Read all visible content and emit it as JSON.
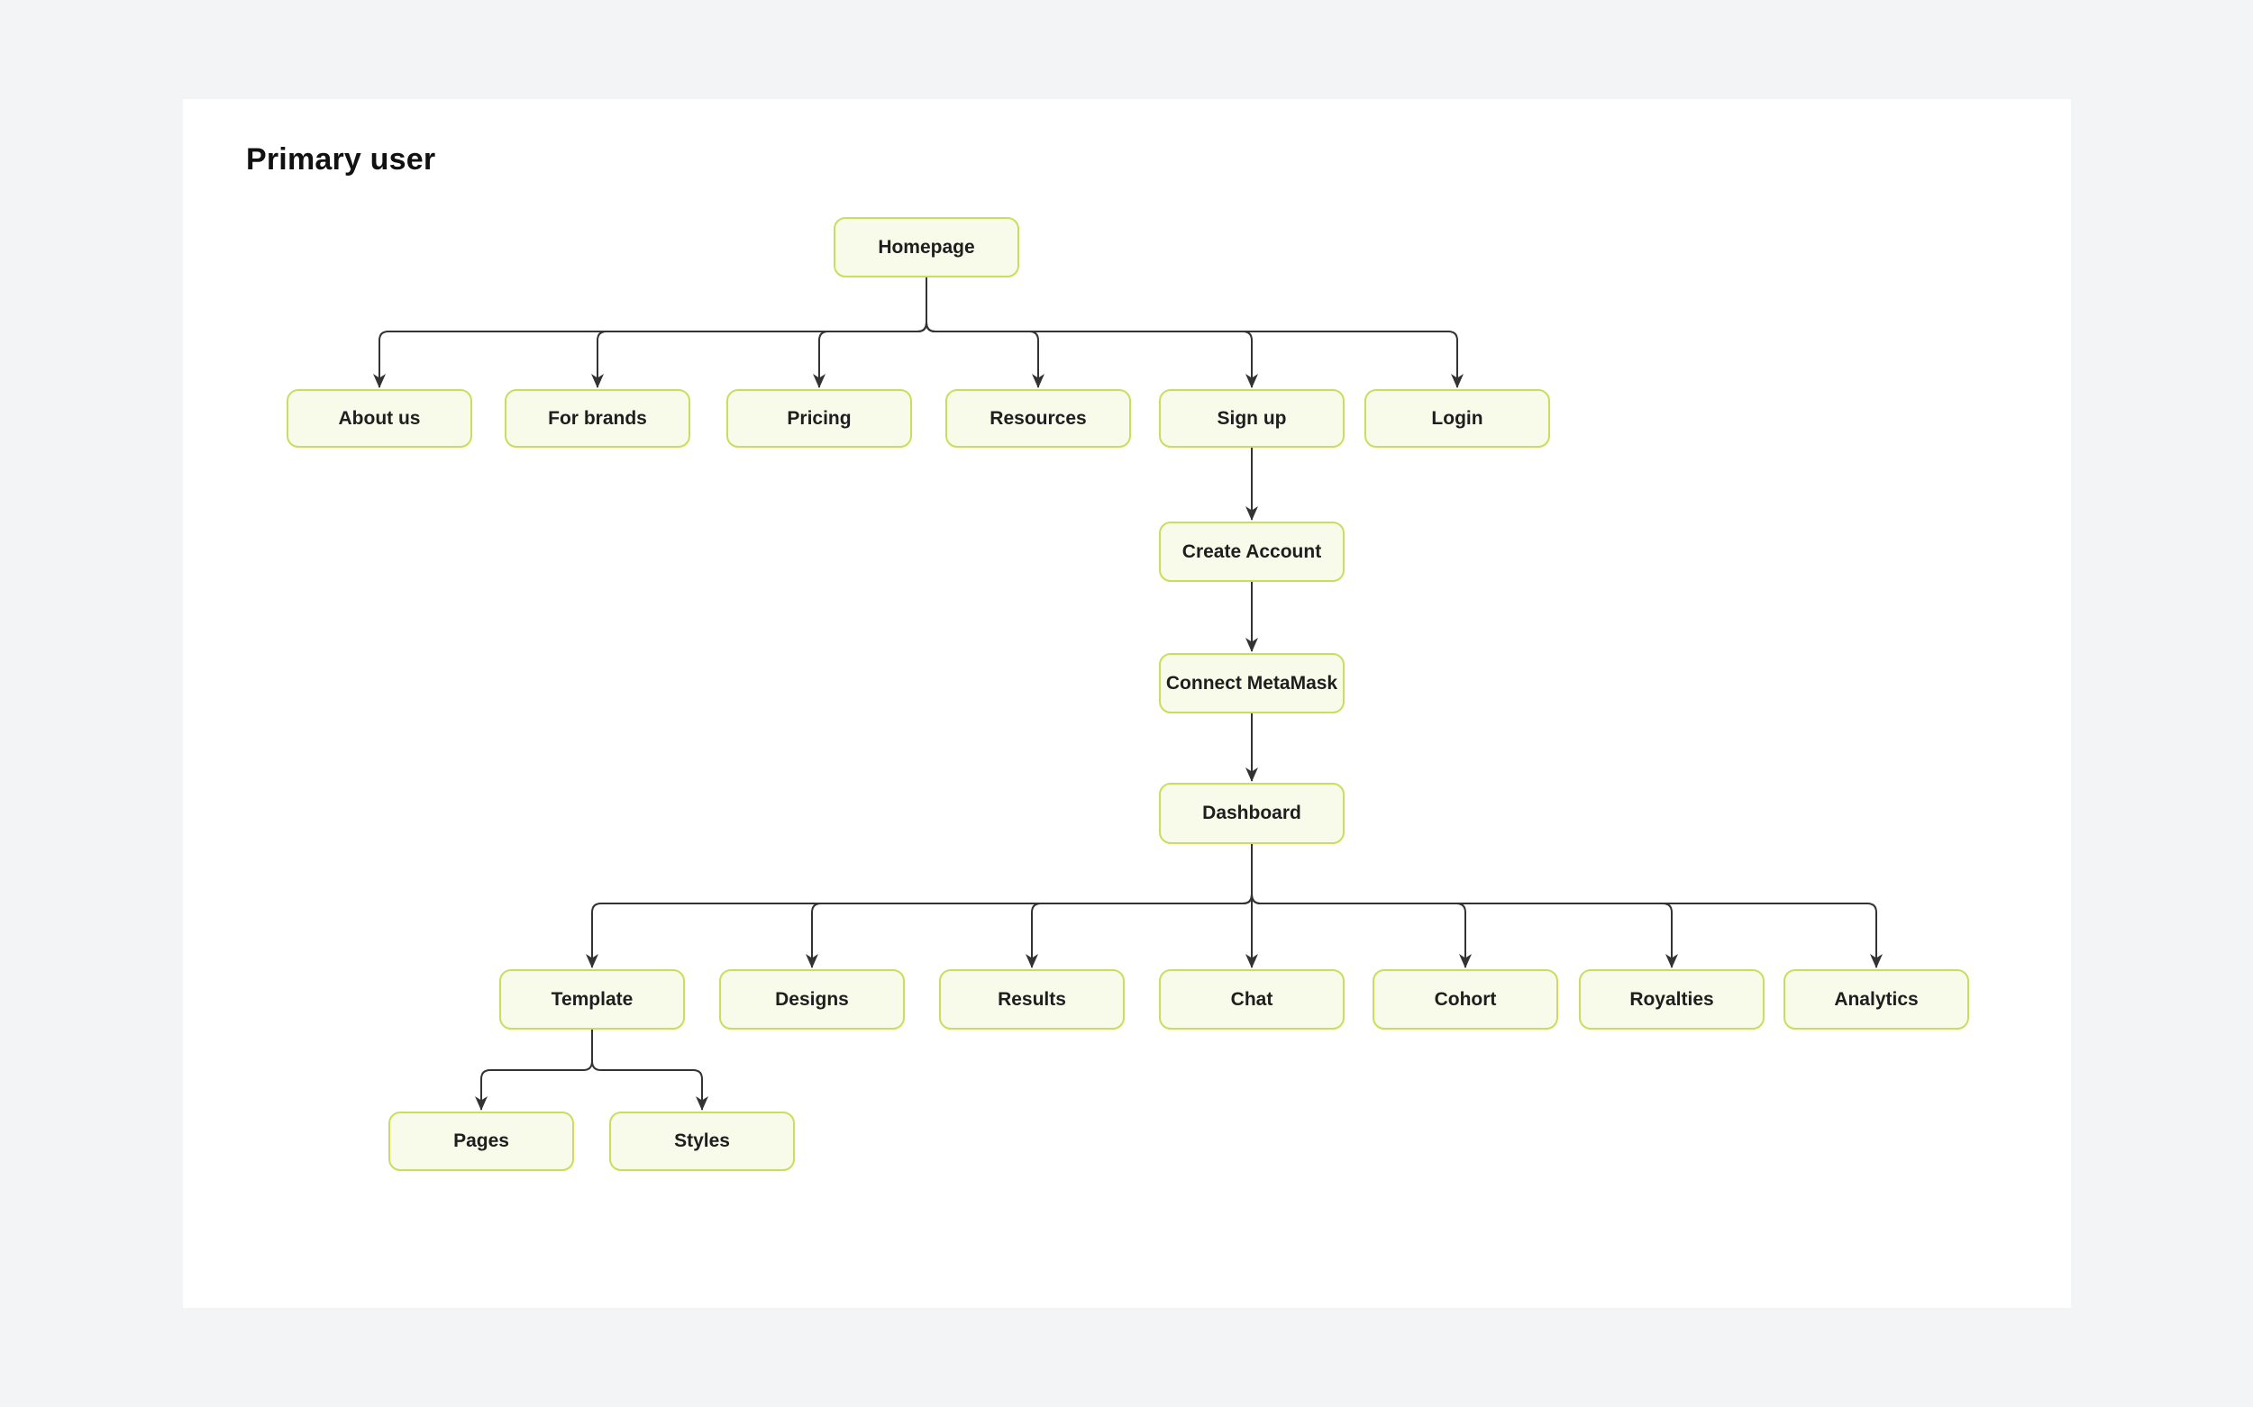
{
  "title": "Primary user",
  "colors": {
    "page_background": "#f3f4f5",
    "canvas_background": "#ffffff",
    "node_fill": "#f8faea",
    "node_border": "#c9de5b",
    "connector": "#333333",
    "node_text": "#1e1e1e",
    "title_text": "#111111"
  },
  "nodes": [
    {
      "id": "homepage",
      "label": "Homepage"
    },
    {
      "id": "about-us",
      "label": "About us"
    },
    {
      "id": "for-brands",
      "label": "For brands"
    },
    {
      "id": "pricing",
      "label": "Pricing"
    },
    {
      "id": "resources",
      "label": "Resources"
    },
    {
      "id": "sign-up",
      "label": "Sign up"
    },
    {
      "id": "login",
      "label": "Login"
    },
    {
      "id": "create-account",
      "label": "Create Account"
    },
    {
      "id": "connect-metamask",
      "label": "Connect MetaMask"
    },
    {
      "id": "dashboard",
      "label": "Dashboard"
    },
    {
      "id": "template",
      "label": "Template"
    },
    {
      "id": "designs",
      "label": "Designs"
    },
    {
      "id": "results",
      "label": "Results"
    },
    {
      "id": "chat",
      "label": "Chat"
    },
    {
      "id": "cohort",
      "label": "Cohort"
    },
    {
      "id": "royalties",
      "label": "Royalties"
    },
    {
      "id": "analytics",
      "label": "Analytics"
    },
    {
      "id": "pages",
      "label": "Pages"
    },
    {
      "id": "styles",
      "label": "Styles"
    }
  ],
  "edges": [
    {
      "from": "homepage",
      "to": [
        "about-us",
        "for-brands",
        "pricing",
        "resources",
        "sign-up",
        "login"
      ]
    },
    {
      "from": "sign-up",
      "to": [
        "create-account"
      ]
    },
    {
      "from": "create-account",
      "to": [
        "connect-metamask"
      ]
    },
    {
      "from": "connect-metamask",
      "to": [
        "dashboard"
      ]
    },
    {
      "from": "dashboard",
      "to": [
        "template",
        "designs",
        "results",
        "chat",
        "cohort",
        "royalties",
        "analytics"
      ]
    },
    {
      "from": "template",
      "to": [
        "pages",
        "styles"
      ]
    }
  ]
}
